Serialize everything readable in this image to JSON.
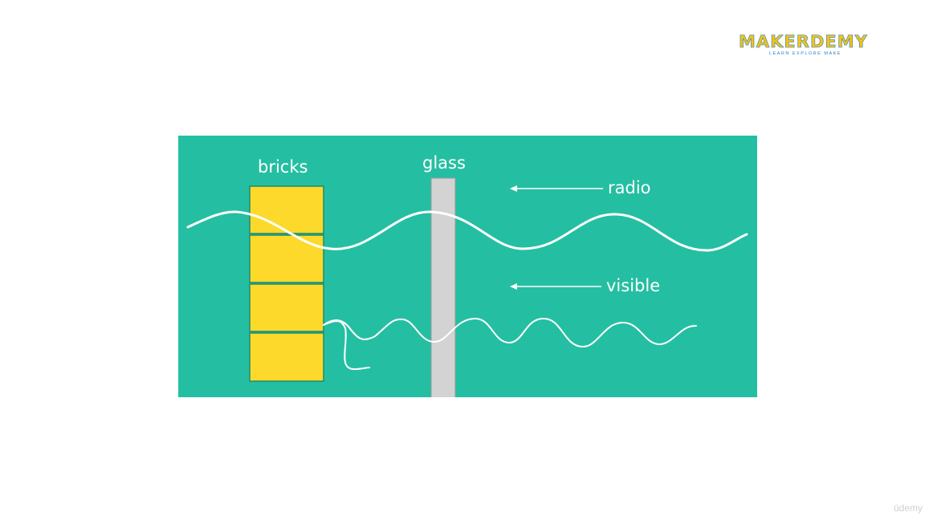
{
  "logo": {
    "word": "MAKERDEMY",
    "tagline": "LEARN EXPLORE MAKE"
  },
  "diagram": {
    "labels": {
      "bricks": "bricks",
      "glass": "glass",
      "radio": "radio",
      "visible": "visible"
    },
    "brick_count": 4,
    "colors": {
      "background": "#24bfa2",
      "brick": "#fcd92b",
      "glass": "#d3d3d3",
      "wave": "#ffffff"
    }
  },
  "watermark": "ūdemy"
}
